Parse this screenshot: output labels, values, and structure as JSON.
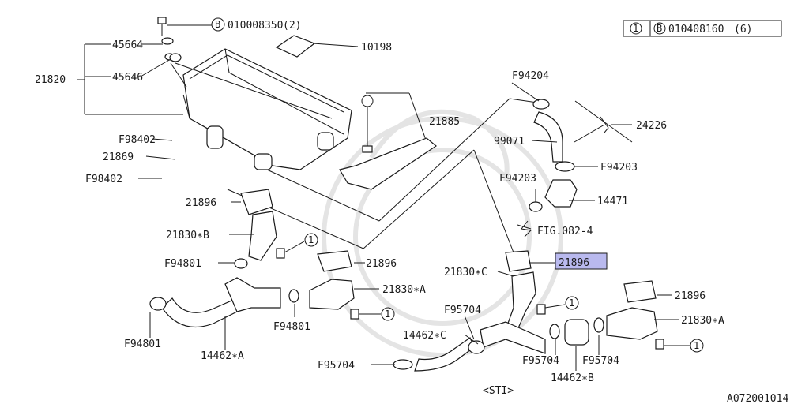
{
  "header": {
    "ref_circle_num": "1",
    "ref_circle_b": "B",
    "ref_code": "010408160",
    "ref_qty": "(6)"
  },
  "bolt_callout": {
    "circle_b": "B",
    "code": "010008350",
    "qty": "(2)"
  },
  "labels": {
    "p45664": "45664",
    "p21820": "21820",
    "p45646": "45646",
    "p10198": "10198",
    "pF94204": "F94204",
    "p21885": "21885",
    "p24226": "24226",
    "pF98402_a": "F98402",
    "p99071": "99071",
    "p21869": "21869",
    "pF94203_a": "F94203",
    "pF98402_b": "F98402",
    "pF94203_b": "F94203",
    "p14471": "14471",
    "p21896_a": "21896",
    "pFIG082": "FIG.082-4",
    "p21830B": "21830∗B",
    "pF94801_a": "F94801",
    "p21896_b": "21896",
    "p21896_hl": "21896",
    "p21830C": "21830∗C",
    "p21830A_a": "21830∗A",
    "p21896_c": "21896",
    "pF95704_a": "F95704",
    "p21830A_b": "21830∗A",
    "pF94801_b": "F94801",
    "p14462C": "14462∗C",
    "pF94801_c": "F94801",
    "p14462A": "14462∗A",
    "pF95704_b": "F95704",
    "pF95704_c": "F95704",
    "pF95704_d": "F95704",
    "p14462B": "14462∗B",
    "pSTI": "<STI>",
    "drawing_no": "A072001014"
  },
  "circle_refs": {
    "c1": "1",
    "c2": "1",
    "c3": "1",
    "c4": "1",
    "c5": "1"
  },
  "colors": {
    "highlight": "#b9b9ee",
    "ink": "#1a1a1a"
  }
}
